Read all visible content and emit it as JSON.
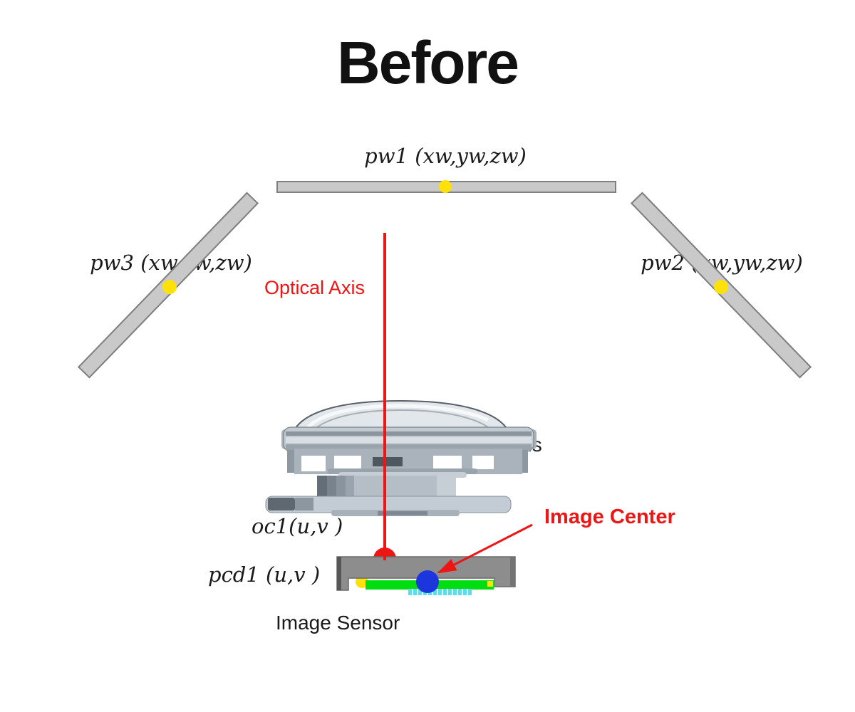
{
  "title": "Before",
  "colors": {
    "red": "#ee1515",
    "yellow": "#ffe10a",
    "blue": "#1c35dd",
    "green": "#00dd11",
    "cyan": "#55e0f2",
    "bar_fill": "#c9c9c9",
    "bar_border": "#7f7f7f",
    "housing_gray": "#8d8d8d"
  },
  "boards": {
    "pw1": {
      "label": "pw1 (xw,yw,zw)"
    },
    "pw2": {
      "label": "pw2 (xw,yw,zw)"
    },
    "pw3": {
      "label": "pw3 (xw,yw,zw)"
    }
  },
  "annotations": {
    "optical_axis": "Optical Axis",
    "lens": "Lens",
    "oc1": "oc1(u,v )",
    "pcd1": "pcd1 (u,v )",
    "image_center": "Image Center",
    "image_sensor": "Image Sensor"
  }
}
